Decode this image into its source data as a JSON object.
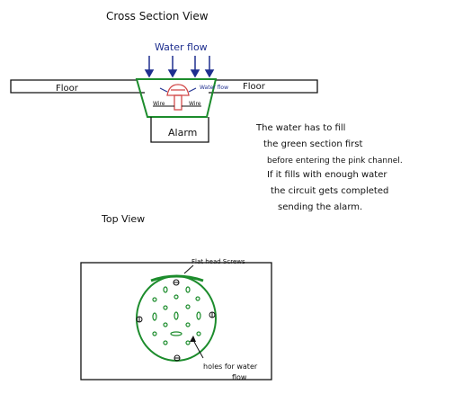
{
  "cross_section": {
    "title": "Cross Section View",
    "water_flow_label": "Water flow",
    "floor_left": "Floor",
    "floor_right": "Floor",
    "water_flow_small": "Water flow",
    "wire_left": "Wire",
    "wire_right": "Wire",
    "alarm_label": "Alarm"
  },
  "explanation": {
    "lines": [
      "The water has to fill",
      "the green section first",
      "before entering the pink channel.",
      "If it fills with enough water",
      "the circuit gets completed",
      "sending the alarm."
    ]
  },
  "top_view": {
    "title": "Top View",
    "screws_label": "Flat head Screws",
    "holes_label_1": "holes for water",
    "holes_label_2": "flow"
  },
  "colors": {
    "ink": "#111111",
    "blue": "#1f2f8f",
    "green": "#1c8c2c",
    "pink": "#d24a4a"
  }
}
